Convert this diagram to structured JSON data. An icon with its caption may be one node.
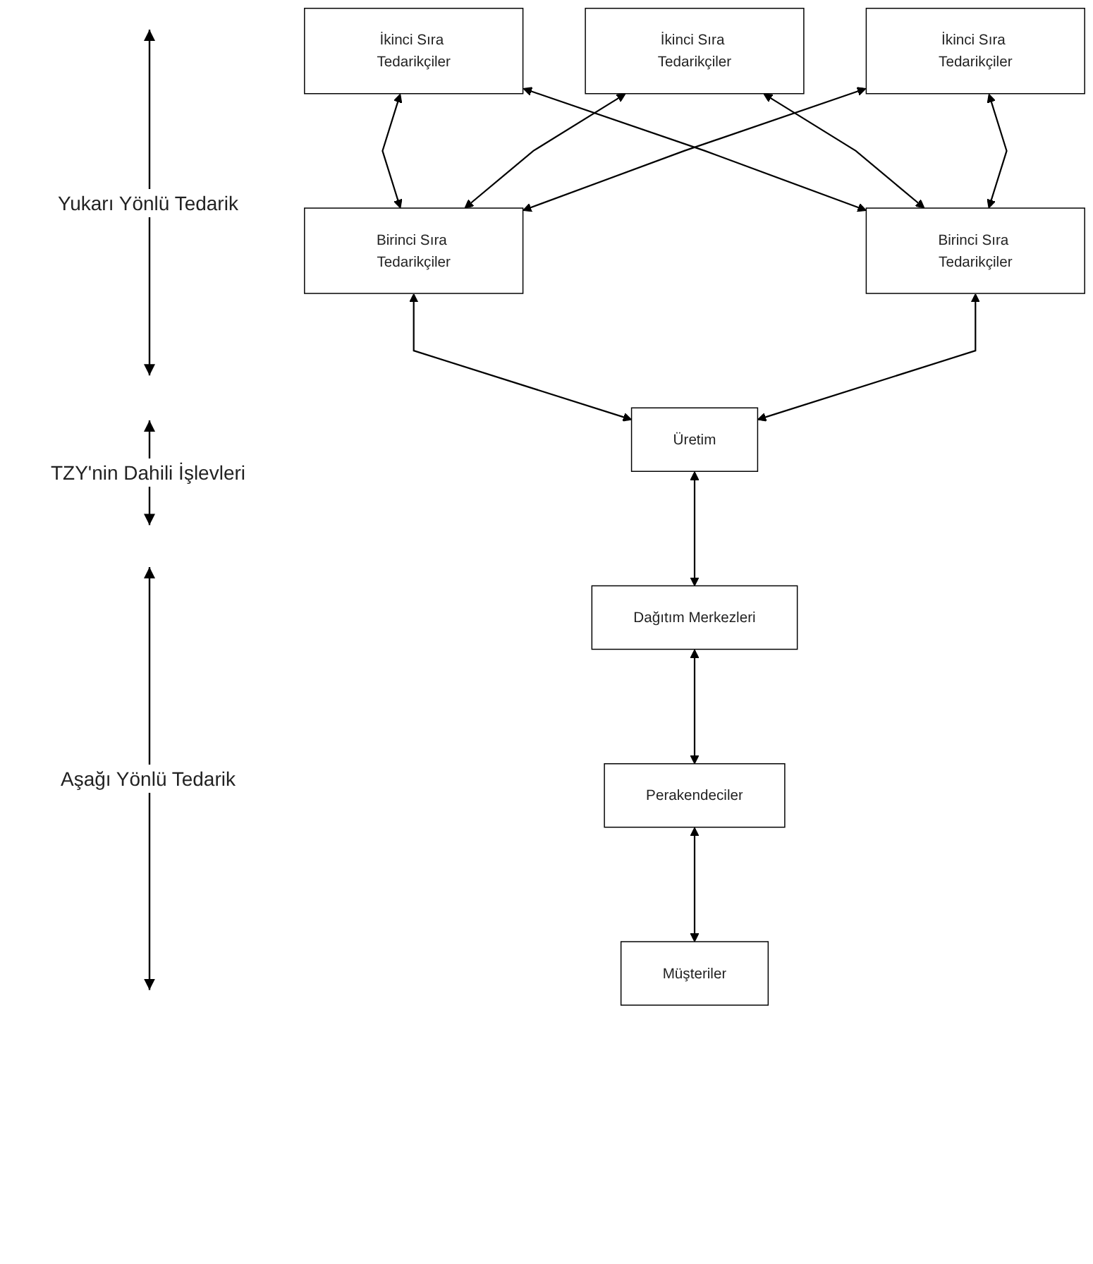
{
  "diagram": {
    "nodes": [
      {
        "text": [
          "İkinci Sıra Tedarikçiler"
        ]
      },
      {
        "text": [
          "İkinci Sıra Tedarikçiler"
        ]
      },
      {
        "text": [
          "İkinci Sıra Tedarikçiler"
        ]
      },
      {
        "text": [
          "Birinci Sıra Tedarikçiler"
        ]
      },
      {
        "text": [
          "Birinci Sıra Tedarikçiler"
        ]
      },
      {
        "text": [
          "Üretim"
        ]
      },
      {
        "text": [
          "Dağıtım Merkezleri"
        ]
      },
      {
        "text": [
          "Perakendeciler"
        ]
      },
      {
        "text": [
          "Müşteriler"
        ]
      }
    ],
    "edges": [
      {
        "from": 0,
        "to": 3,
        "arrow": "both"
      },
      {
        "from": 1,
        "to": 3,
        "arrow": "both"
      },
      {
        "from": 2,
        "to": 3,
        "arrow": "both"
      },
      {
        "from": 0,
        "to": 4,
        "arrow": "both"
      },
      {
        "from": 1,
        "to": 4,
        "arrow": "both"
      },
      {
        "from": 2,
        "to": 4,
        "arrow": "both"
      },
      {
        "from": 3,
        "to": 5,
        "arrow": "both"
      },
      {
        "from": 4,
        "to": 5,
        "arrow": "both"
      },
      {
        "from": 5,
        "to": 6,
        "arrow": "both"
      },
      {
        "from": 6,
        "to": 7,
        "arrow": "both"
      },
      {
        "from": 7,
        "to": 8,
        "arrow": "both"
      }
    ],
    "labels": [
      "Yukarı Yönlü Tedarik",
      "TZY'nin Dahili İşlevleri",
      "Aşağı Yönlü Tedarik"
    ]
  }
}
